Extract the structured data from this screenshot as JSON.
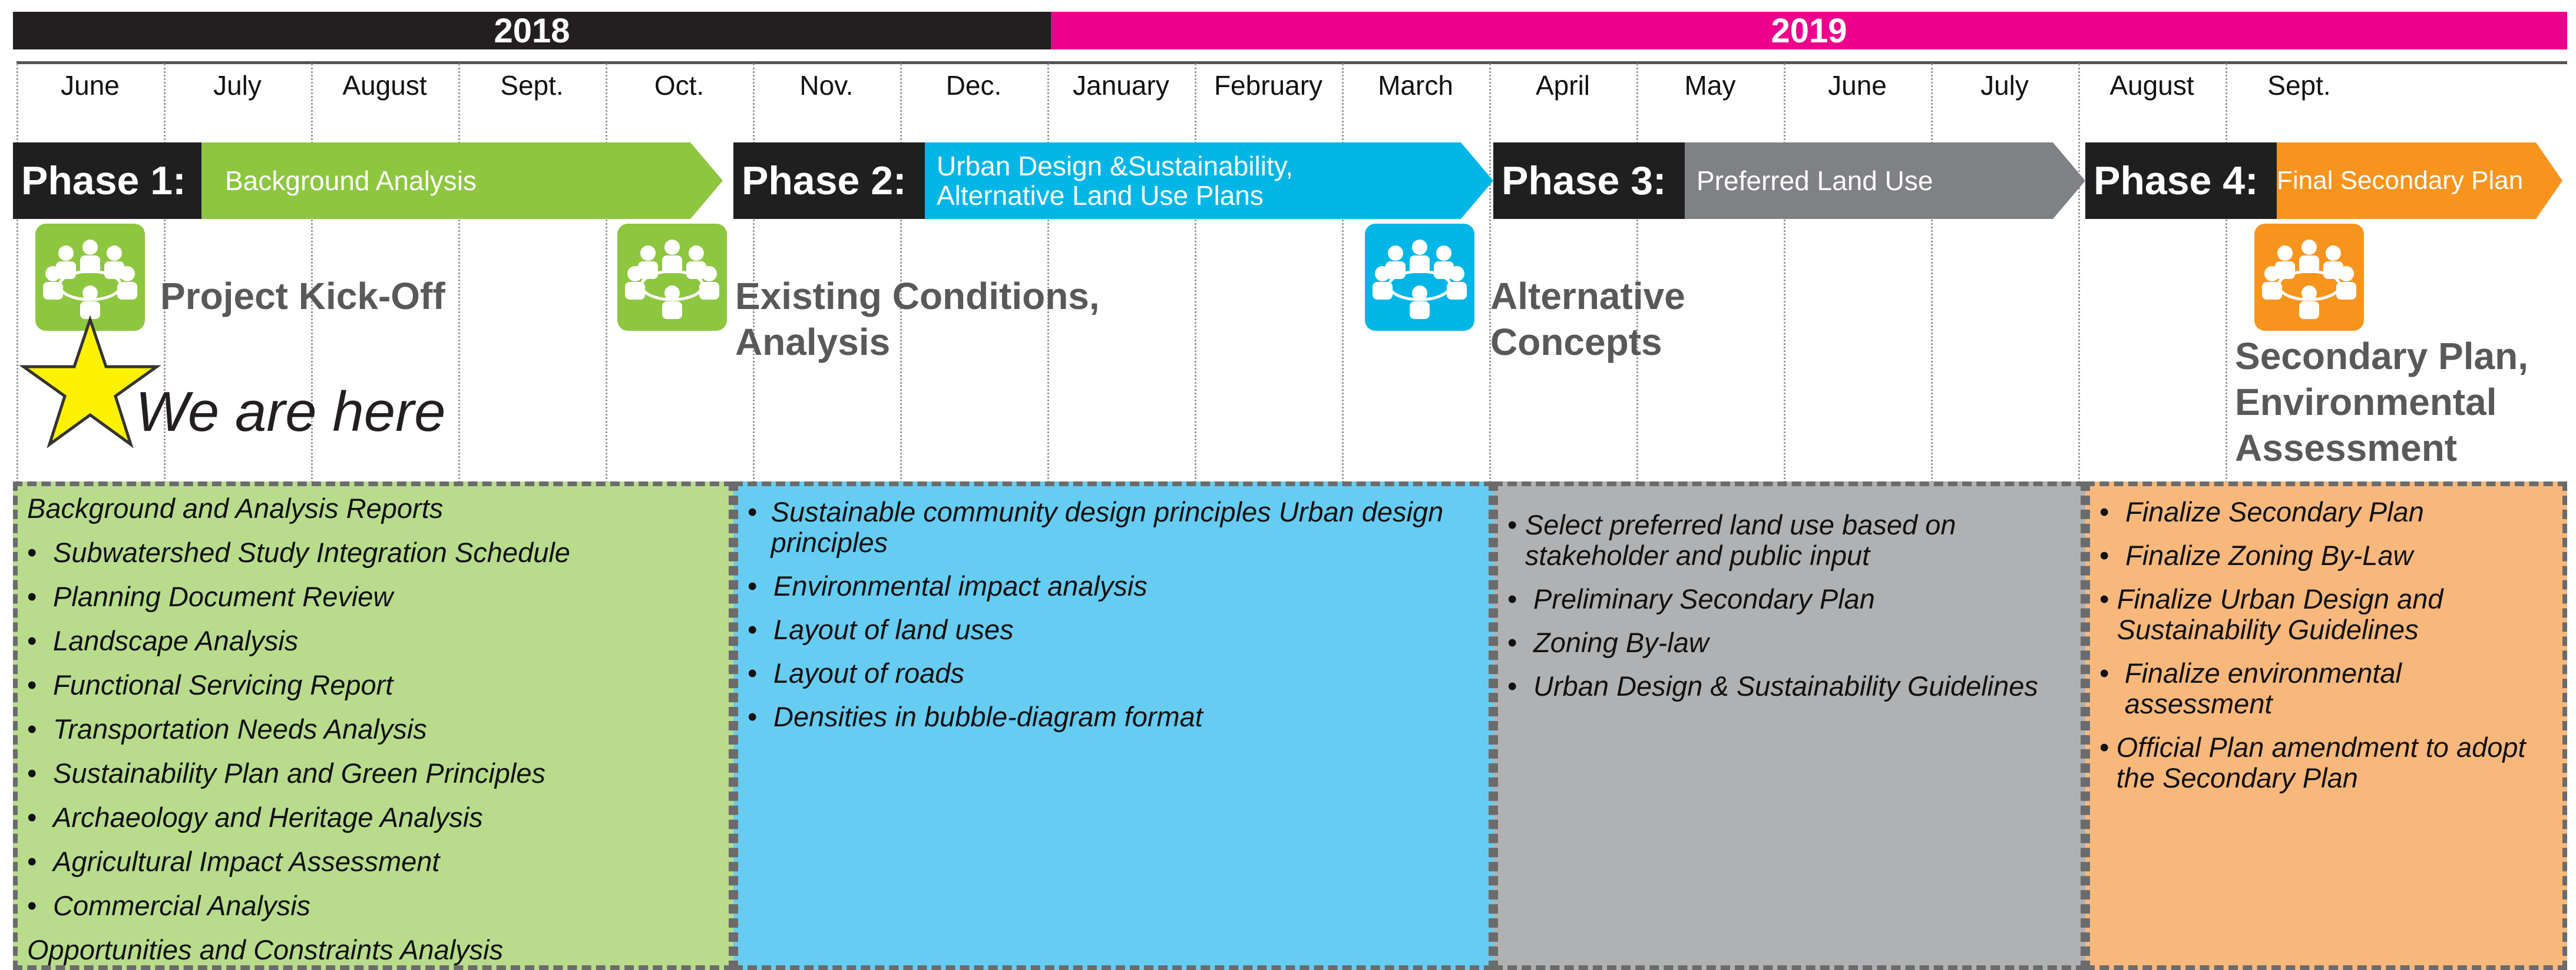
{
  "years": [
    "2018",
    "2019"
  ],
  "colors": {
    "year2018": "#231f20",
    "year2019": "#ec008c",
    "phase1": "#8dc63f",
    "phase2": "#00b6e6",
    "phase3": "#808184",
    "phase4": "#f7941d"
  },
  "months": [
    "June",
    "July",
    "August",
    "Sept.",
    "Oct.",
    "Nov.",
    "Dec.",
    "January",
    "February",
    "March",
    "April",
    "May",
    "June",
    "July",
    "August",
    "Sept."
  ],
  "phases": [
    {
      "label": "Phase 1:",
      "text": "Background Analysis"
    },
    {
      "label": "Phase 2:",
      "text": "Urban Design &Sustainability, Alternative Land Use Plans"
    },
    {
      "label": "Phase 3:",
      "text": "Preferred Land Use"
    },
    {
      "label": "Phase 4:",
      "text": "Final Secondary Plan"
    }
  ],
  "milestones": [
    {
      "title": "Project Kick-Off",
      "icon": "meeting-icon"
    },
    {
      "title": "Existing Conditions, Analysis",
      "icon": "meeting-icon"
    },
    {
      "title": "Alternative Concepts",
      "icon": "meeting-icon"
    },
    {
      "title": "Secondary Plan, Environmental Assessment",
      "icon": "meeting-icon"
    }
  ],
  "marker": {
    "text": "We are here",
    "icon": "star-icon"
  },
  "tasks": {
    "phase1": {
      "heading": "Background and Analysis Reports",
      "items": [
        "Subwatershed Study Integration Schedule",
        "Planning Document Review",
        "Landscape Analysis",
        "Functional Servicing Report",
        "Transportation Needs Analysis",
        "Sustainability Plan and Green Principles",
        "Archaeology and Heritage Analysis",
        "Agricultural Impact Assessment",
        "Commercial Analysis"
      ],
      "footer": "Opportunities and Constraints Analysis"
    },
    "phase2": {
      "items": [
        "Sustainable community design principles Urban design principles",
        "Environmental impact analysis",
        "Layout of land uses",
        "Layout of roads",
        "Densities in bubble-diagram format"
      ]
    },
    "phase3": {
      "items": [
        "Select preferred land use based on stakeholder and public input",
        "Preliminary Secondary Plan",
        "Zoning By-law",
        "Urban Design & Sustainability Guidelines"
      ]
    },
    "phase4": {
      "items": [
        "Finalize Secondary Plan",
        "Finalize Zoning By-Law",
        "Finalize Urban Design and Sustainability Guidelines",
        "Finalize environmental assessment",
        "Official Plan amendment to adopt the Secondary Plan"
      ]
    }
  }
}
